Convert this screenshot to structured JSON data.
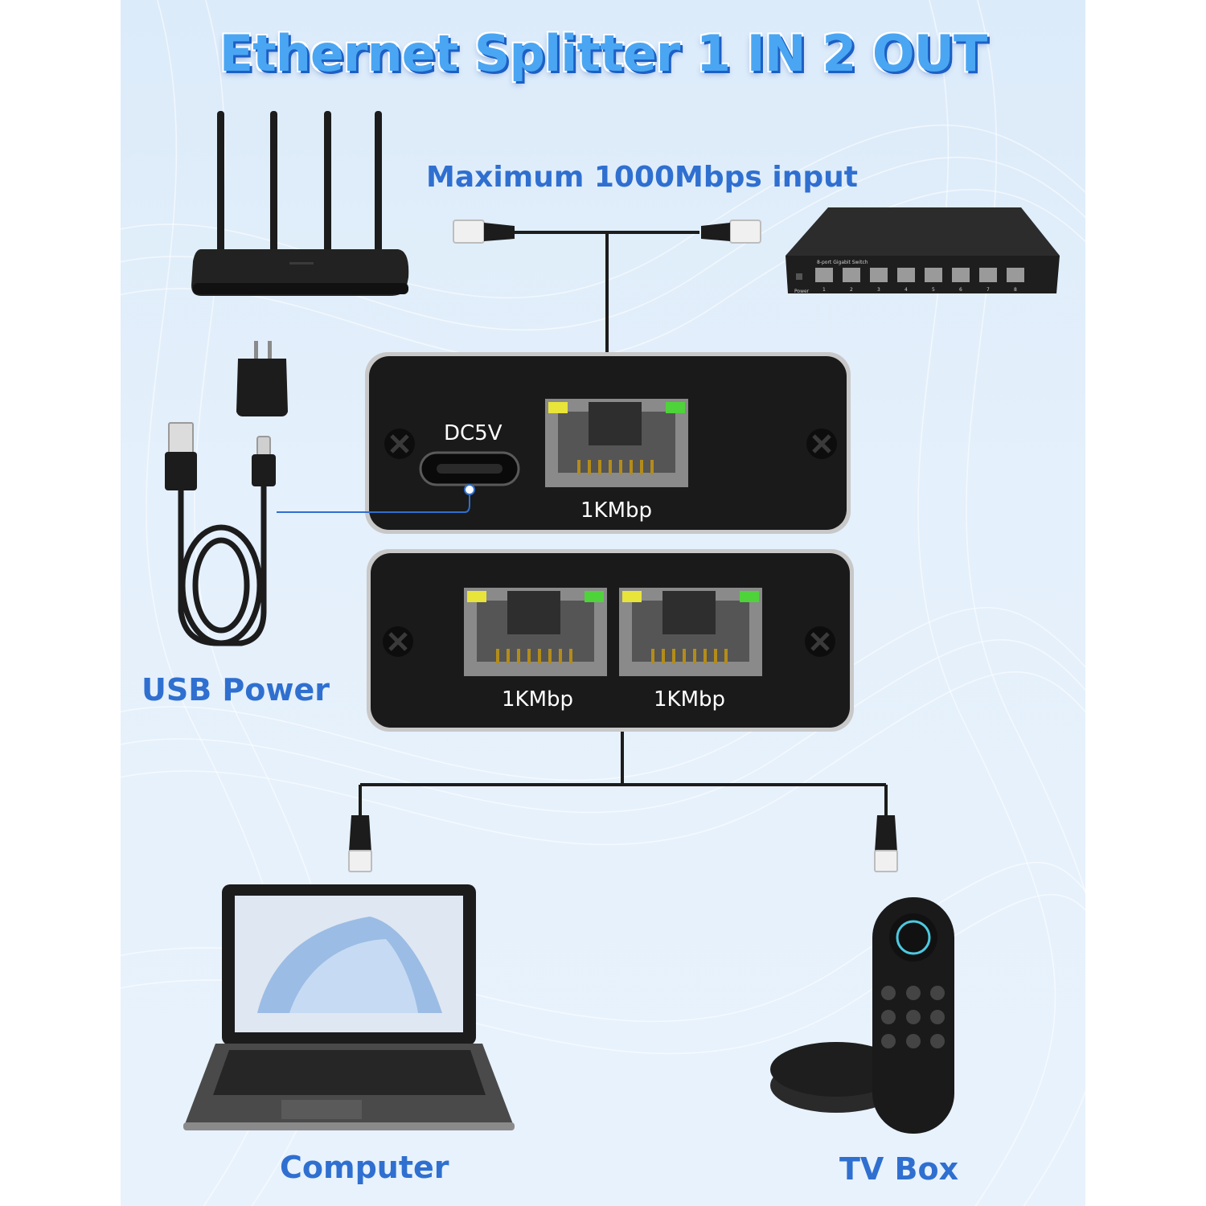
{
  "title": "Ethernet Splitter 1 IN 2 OUT",
  "labels": {
    "max_input": "Maximum 1000Mbps input",
    "usb_power": "USB Power",
    "computer": "Computer",
    "tv_box": "TV Box"
  },
  "device": {
    "input_face": {
      "power_port_label": "DC5V",
      "port_speed_label": "1KMbp"
    },
    "output_face": {
      "port1_speed_label": "1KMbp",
      "port2_speed_label": "1KMbp"
    }
  },
  "switch": {
    "model_text": "8-port Gigabit Switch",
    "power_text": "Power",
    "port_numbers": [
      "1",
      "2",
      "3",
      "4",
      "5",
      "6",
      "7",
      "8"
    ]
  },
  "colors": {
    "background": "#e3effb",
    "accent_blue": "#2f6fd0",
    "title_blue": "#4aa6f2",
    "device_black": "#1a1a1a",
    "led_yellow": "#e8e43a",
    "led_green": "#4fd33a"
  }
}
